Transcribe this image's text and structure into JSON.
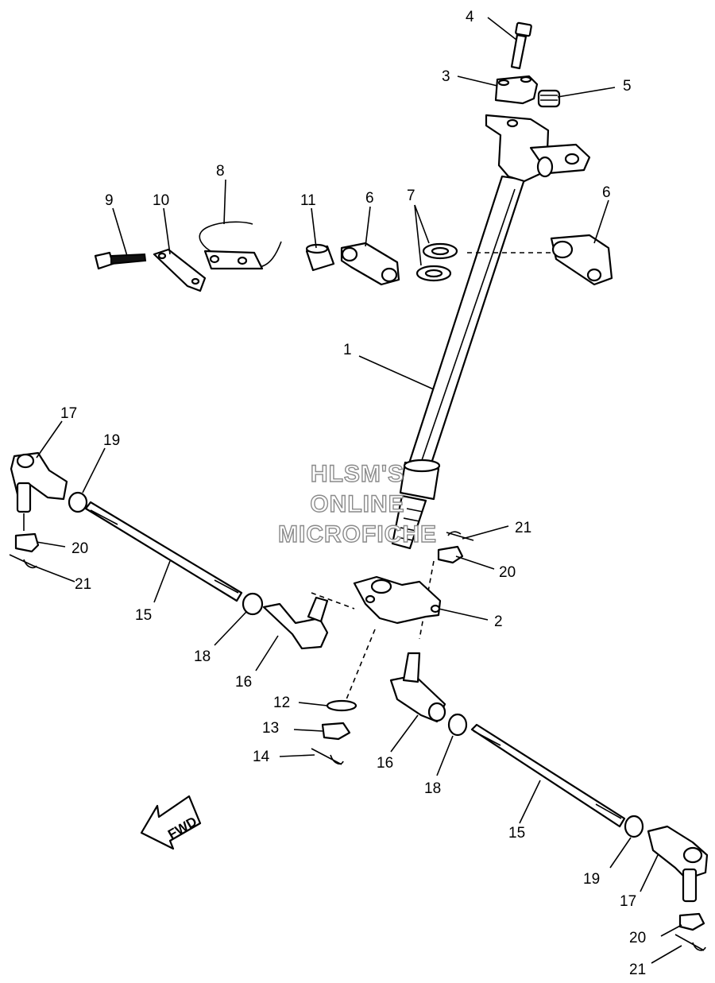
{
  "watermark": {
    "line1": "HLSM'S",
    "line2": "ONLINE",
    "line3": "MICROFICHE"
  },
  "direction_label": "FWD",
  "callouts": {
    "c1": "1",
    "c2": "2",
    "c3": "3",
    "c4": "4",
    "c5": "5",
    "c6a": "6",
    "c6b": "6",
    "c7": "7",
    "c8": "8",
    "c9": "9",
    "c10": "10",
    "c11": "11",
    "c12": "12",
    "c13": "13",
    "c14": "14",
    "c15a": "15",
    "c15b": "15",
    "c16a": "16",
    "c16b": "16",
    "c17a": "17",
    "c17b": "17",
    "c18a": "18",
    "c18b": "18",
    "c19a": "19",
    "c19b": "19",
    "c20a": "20",
    "c20b": "20",
    "c20c": "20",
    "c21a": "21",
    "c21b": "21",
    "c21c": "21"
  }
}
